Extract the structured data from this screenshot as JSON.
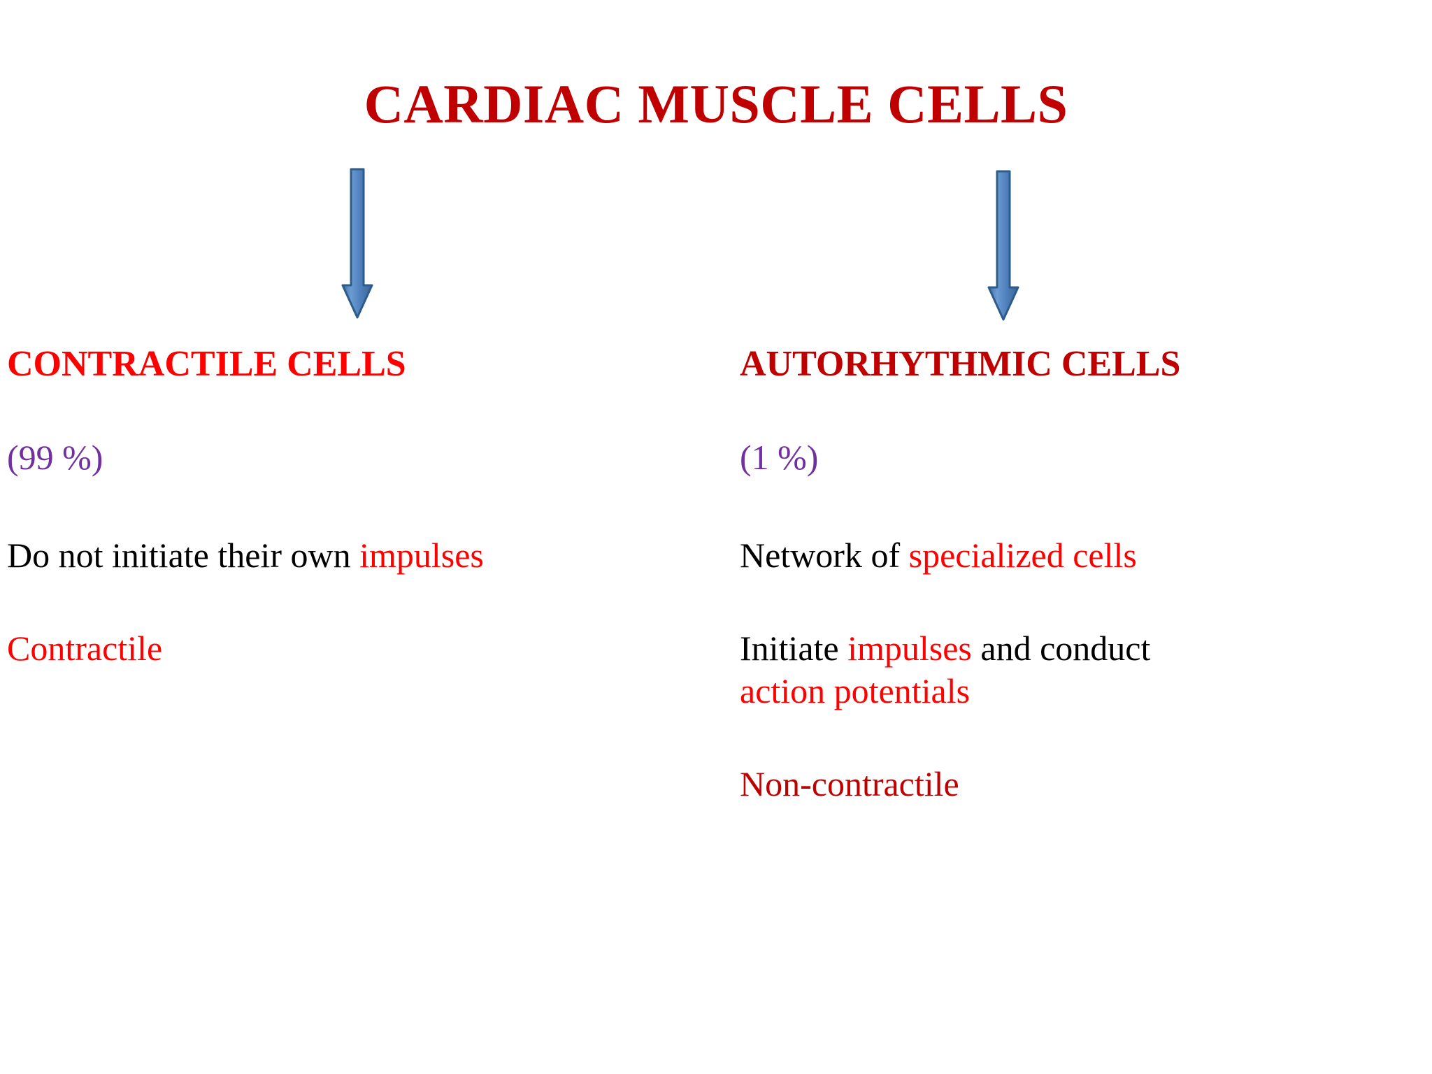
{
  "slide": {
    "title": "CARDIAC MUSCLE CELLS",
    "background_color": "#FFFFFF",
    "title_color": "#C00000",
    "arrow_fill_color": "#4F81BD",
    "arrow_border_color": "#2E5C8A",
    "percent_color": "#7030A0",
    "red_bright": "#FF0000",
    "red_dark": "#C00000"
  },
  "arrows": {
    "left": {
      "name": "down-arrow-left",
      "direction": "down"
    },
    "right": {
      "name": "down-arrow-right",
      "direction": "down"
    }
  },
  "columns": {
    "left": {
      "heading": "CONTRACTILE CELLS",
      "percent": "(99 %)",
      "line1": {
        "part_black": "Do not initiate their own ",
        "part_red": "impulses"
      },
      "line2": "Contractile"
    },
    "right": {
      "heading": "AUTORHYTHMIC CELLS",
      "percent": "(1 %)",
      "line1": {
        "part_black": "Network of ",
        "part_red": "specialized cells"
      },
      "line2": {
        "part_black_a": "Initiate ",
        "part_red_a": "impulses",
        "part_black_b": " and conduct",
        "part_red_b": "action potentials"
      },
      "line3": "Non-contractile"
    }
  }
}
